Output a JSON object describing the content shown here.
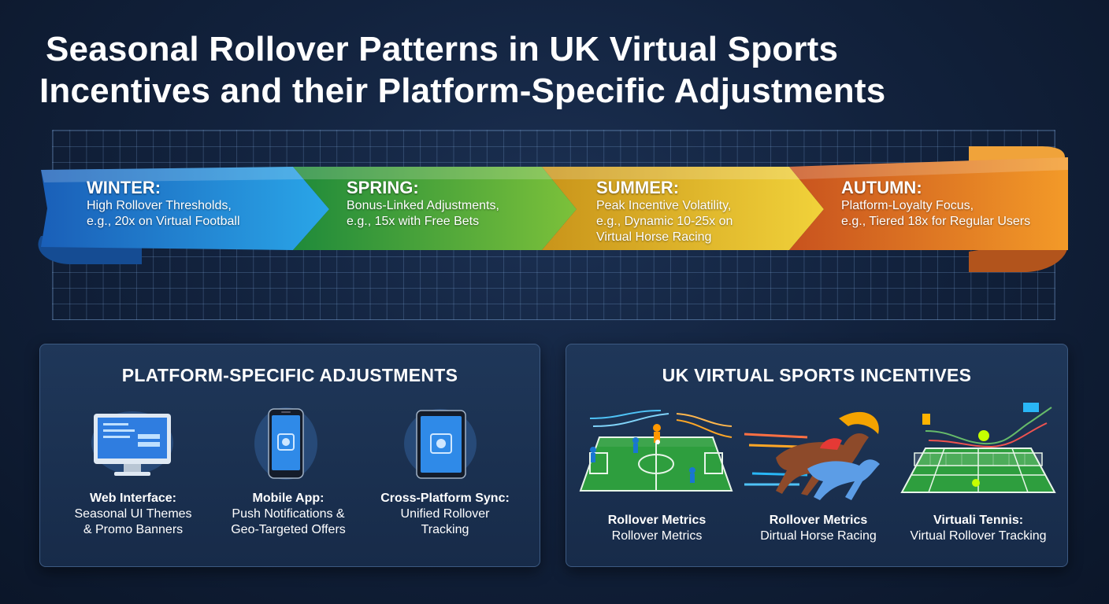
{
  "title": {
    "line1": "Seasonal Rollover Patterns in UK Virtual Sports",
    "line2": "Incentives and their Platform-Specific Adjustments"
  },
  "seasons": [
    {
      "name": "WINTER:",
      "line1": "High Rollover Thresholds,",
      "line2": "e.g., 20x on Virtual Football",
      "line3": "",
      "color": "#1f7fd6"
    },
    {
      "name": "SPRING:",
      "line1": "Bonus-Linked Adjustments,",
      "line2": "e.g., 15x with Free Bets",
      "line3": "",
      "color": "#3aa83b"
    },
    {
      "name": "SUMMER:",
      "line1": "Peak Incentive Volatility,",
      "line2": "e.g., Dynamic 10-25x on",
      "line3": "Virtual Horse Racing",
      "color": "#e2b01c"
    },
    {
      "name": "AUTUMN:",
      "line1": "Platform-Loyalty Focus,",
      "line2": "e.g., Tiered 18x for Regular Users",
      "line3": "",
      "color": "#e7761c"
    }
  ],
  "platform_panel": {
    "title": "PLATFORM-SPECIFIC ADJUSTMENTS",
    "items": [
      {
        "icon": "desktop-monitor-icon",
        "title": "Web Interface:",
        "line1": "Seasonal UI Themes",
        "line2": "& Promo Banners"
      },
      {
        "icon": "smartphone-icon",
        "title": "Mobile App:",
        "line1": "Push Notifications &",
        "line2": "Geo-Targeted Offers"
      },
      {
        "icon": "tablet-icon",
        "title": "Cross-Platform Sync:",
        "line1": "Unified Rollover",
        "line2": "Tracking"
      }
    ]
  },
  "incentives_panel": {
    "title": "UK VIRTUAL SPORTS INCENTIVES",
    "items": [
      {
        "icon": "virtual-football-pitch-icon",
        "title": "Rollover Metrics",
        "line1": "Rollover Metrics"
      },
      {
        "icon": "virtual-horse-racing-icon",
        "title": "Rollover Metrics",
        "line1": "Dirtual Horse Racing"
      },
      {
        "icon": "virtual-tennis-court-icon",
        "title": "Virtuali Tennis:",
        "line1": "Virtual Rollover Tracking"
      }
    ]
  }
}
